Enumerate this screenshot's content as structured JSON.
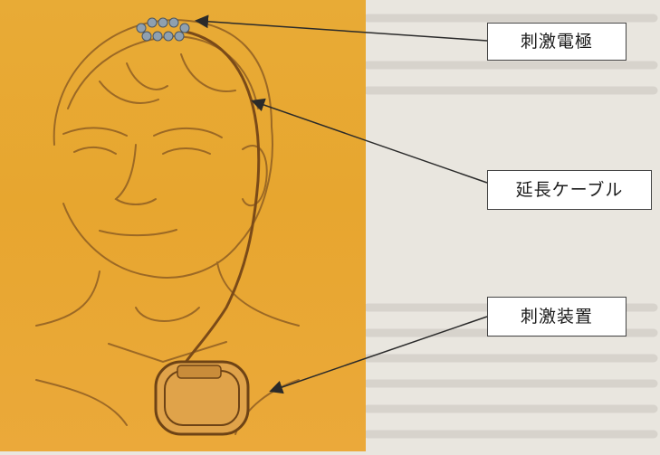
{
  "labels": {
    "electrode": "刺激電極",
    "cable": "延長ケーブル",
    "device": "刺激装置"
  },
  "colors": {
    "background_paper": "#e9e6df",
    "illustration_bg": "#e8ab36",
    "sketch_line": "#8a5a22",
    "electrode_fill": "#8fa0b0",
    "arrow": "#2a2a2a"
  }
}
